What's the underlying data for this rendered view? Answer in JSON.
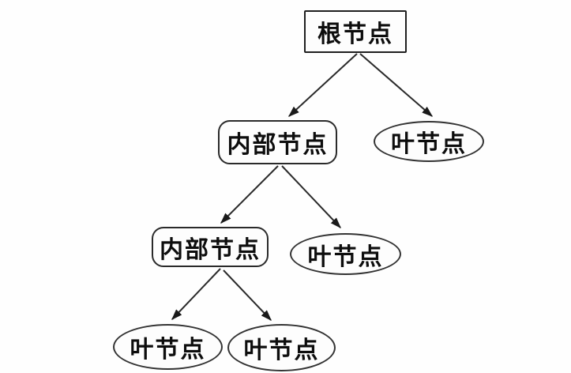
{
  "diagram": {
    "type": "tree",
    "background_color": "#fefefe",
    "line_color": "#2a2a2a",
    "text_color": "#0d0d0d",
    "nodes": [
      {
        "id": "root",
        "label": "根节点",
        "shape": "rectangle",
        "role": "root"
      },
      {
        "id": "internal-1",
        "label": "内部节点",
        "shape": "rounded-rectangle",
        "role": "internal"
      },
      {
        "id": "leaf-1",
        "label": "叶节点",
        "shape": "ellipse",
        "role": "leaf"
      },
      {
        "id": "internal-2",
        "label": "内部节点",
        "shape": "rounded-rectangle",
        "role": "internal"
      },
      {
        "id": "leaf-2",
        "label": "叶节点",
        "shape": "ellipse",
        "role": "leaf"
      },
      {
        "id": "leaf-3",
        "label": "叶节点",
        "shape": "ellipse",
        "role": "leaf"
      },
      {
        "id": "leaf-4",
        "label": "叶节点",
        "shape": "ellipse",
        "role": "leaf"
      }
    ],
    "edges": [
      {
        "from": "root",
        "to": "internal-1"
      },
      {
        "from": "root",
        "to": "leaf-1"
      },
      {
        "from": "internal-1",
        "to": "internal-2"
      },
      {
        "from": "internal-1",
        "to": "leaf-2"
      },
      {
        "from": "internal-2",
        "to": "leaf-3"
      },
      {
        "from": "internal-2",
        "to": "leaf-4"
      }
    ]
  }
}
